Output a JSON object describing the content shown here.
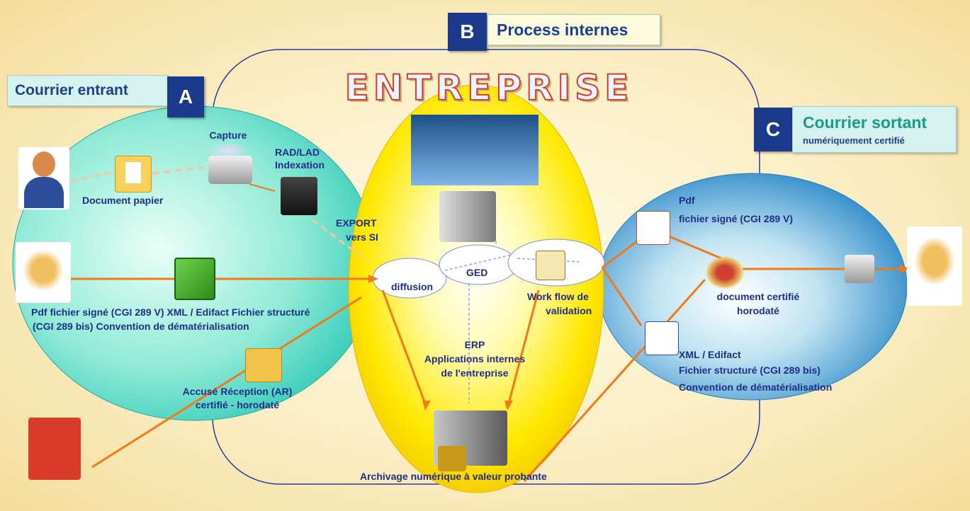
{
  "badges": {
    "a": "A",
    "b": "B",
    "c": "C"
  },
  "sections": {
    "incoming": "Courrier entrant",
    "internal": "Process internes",
    "outgoing": "Courrier sortant",
    "outgoing_sub": "numériquement certifié"
  },
  "enterprise": "ENTREPRISE",
  "incoming": {
    "capture": "Capture",
    "rad1": "RAD/LAD",
    "rad2": "Indexation",
    "paper": "Document  papier",
    "export1": "EXPORT",
    "export2": "vers SI",
    "formats1": "Pdf   fichier signé (CGI 289 V) XML / Edifact Fichier structuré",
    "formats2": "(CGI 289 bis) Convention de dématérialisation",
    "ack1": "Accusé Réception (AR)",
    "ack2": "certifié - horodaté"
  },
  "internal": {
    "diffusion": "diffusion",
    "ged": "GED",
    "workflow1": "Work flow de",
    "workflow2": "validation",
    "erp1": "ERP",
    "erp2": "Applications internes",
    "erp3": "de l'entreprise",
    "archive": "Archivage numérique à valeur probante"
  },
  "outgoing": {
    "pdf1": "Pdf",
    "pdf2": "fichier signé (CGI 289 V)",
    "cert1": "document certifié",
    "cert2": "horodaté",
    "xml1": "XML / Edifact",
    "xml2": "Fichier structuré (CGI 289 bis)",
    "xml3": "Convention de dématérialisation"
  },
  "colors": {
    "navy": "#1c3a8c",
    "text": "#1f2d8a",
    "arrow": "#f07a1a",
    "teal": "#1a9a8a"
  }
}
